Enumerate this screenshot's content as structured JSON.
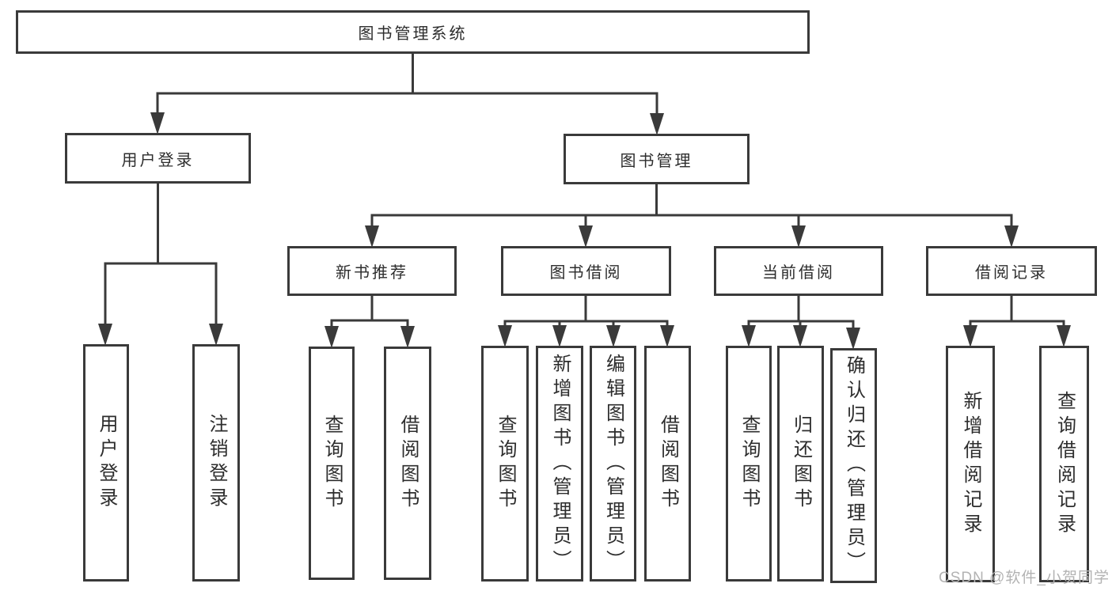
{
  "system": {
    "label": "图书管理系统"
  },
  "user_login": {
    "label": "用户登录",
    "leaves": [
      "用户登录",
      "注销登录"
    ]
  },
  "book_mgmt": {
    "label": "图书管理",
    "sections": [
      {
        "label": "新书推荐",
        "leaves": [
          "查询图书",
          "借阅图书"
        ]
      },
      {
        "label": "图书借阅",
        "leaves": [
          "查询图书",
          "新增图书（管理员）",
          "编辑图书（管理员）",
          "借阅图书"
        ]
      },
      {
        "label": "当前借阅",
        "leaves": [
          "查询图书",
          "归还图书",
          "确认归还（管理员）"
        ]
      },
      {
        "label": "借阅记录",
        "leaves": [
          "新增借阅记录",
          "查询借阅记录"
        ]
      }
    ]
  },
  "watermark": {
    "text": "CSDN @软件_小贺同学"
  },
  "colors": {
    "line": "#3a3a3a",
    "text": "#2d2d2d",
    "watermark": "#b3b3b3",
    "background": "#ffffff"
  }
}
